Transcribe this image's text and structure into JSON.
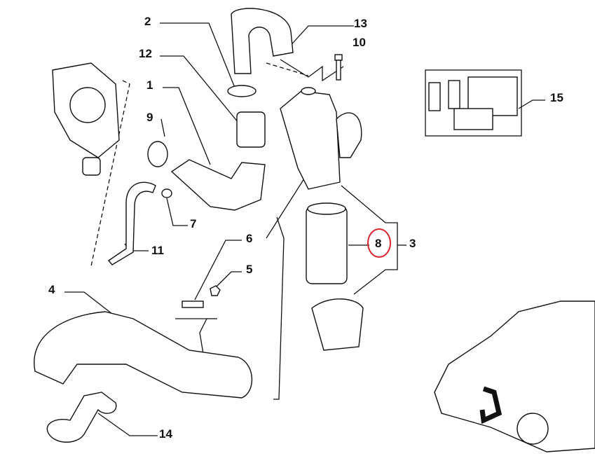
{
  "diagram": {
    "callouts": [
      "2",
      "13",
      "10",
      "12",
      "1",
      "9",
      "15",
      "7",
      "8",
      "3",
      "6",
      "11",
      "5",
      "4",
      "14"
    ],
    "highlight_callout": "8",
    "highlight_color": "#d9262c",
    "line_color": "#111111"
  }
}
